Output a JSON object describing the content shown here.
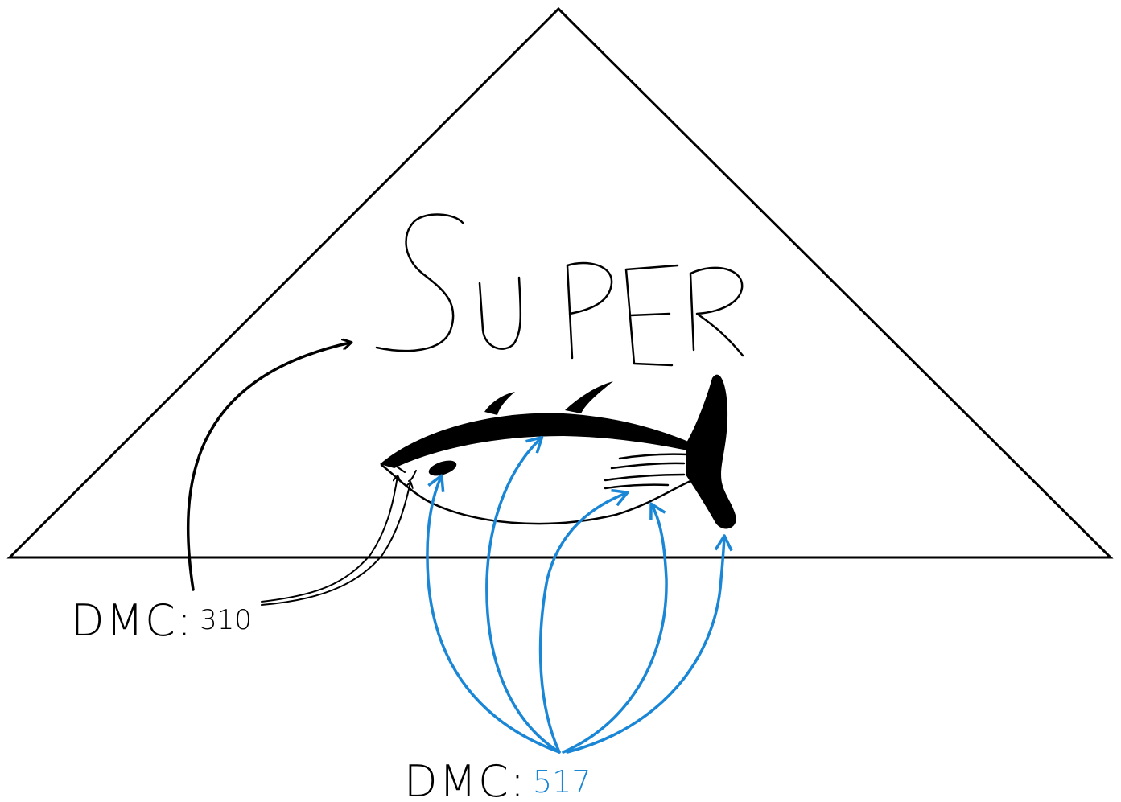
{
  "title": "SUPER",
  "colors": {
    "ink": "#000000",
    "primary_thread": "#000000",
    "secondary_thread": "#1a86d6",
    "background": "#ffffff"
  },
  "labels": {
    "primary": {
      "prefix": "DMC:",
      "code": "310"
    },
    "secondary": {
      "prefix": "DMC:",
      "code": "517"
    }
  },
  "icons": [
    "triangle-outline",
    "tuna-fish-drawing",
    "arrow-icon"
  ]
}
